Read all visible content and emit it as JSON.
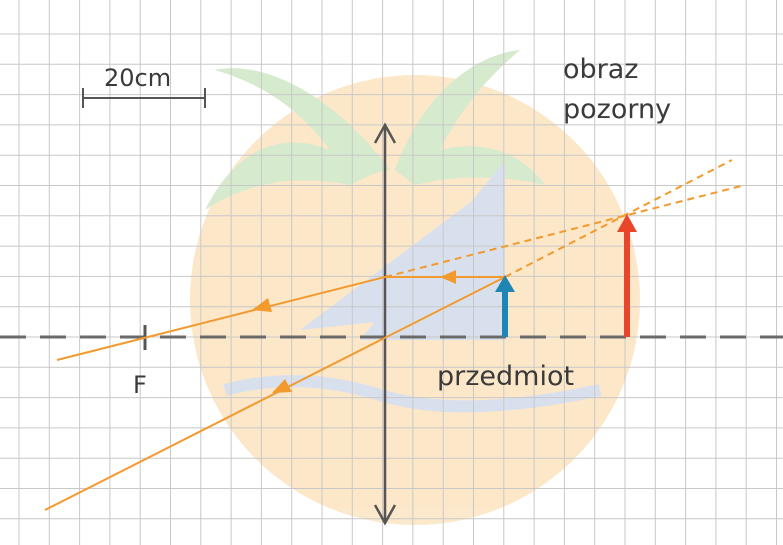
{
  "labels": {
    "scale": "20cm",
    "focal": "F",
    "image_line1": "obraz",
    "image_line2": "pozorny",
    "object": "przedmiot"
  },
  "colors": {
    "grid": "#c8c8c8",
    "axis": "#6a6a6a",
    "lens": "#555555",
    "ray": "#f29a2e",
    "object_arrow": "#1f86b3",
    "image_arrow": "#e8452a",
    "watermark_sun": "#fbe0b8",
    "watermark_palm": "#c9e3bd",
    "watermark_sail": "#cdd6e8"
  }
}
